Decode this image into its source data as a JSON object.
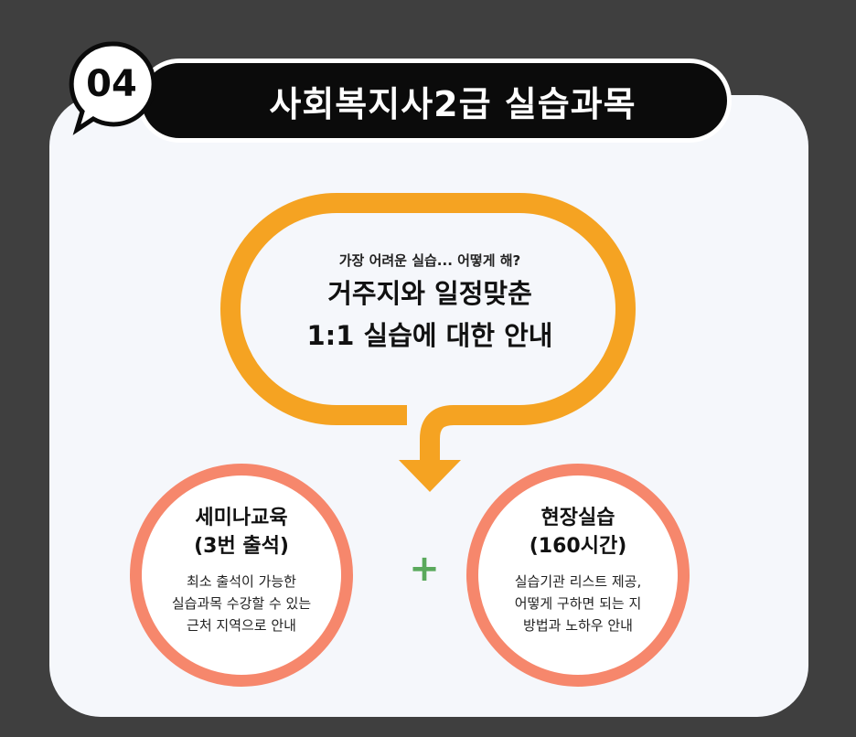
{
  "header": {
    "step_number": "04",
    "title": "사회복지사2급 실습과목"
  },
  "speech_bubble": {
    "question": "가장 어려운 실습... 어떻게 해?",
    "headline_line1": "거주지와 일정맞춘",
    "headline_line2": "1:1 실습에 대한 안내"
  },
  "seminar": {
    "title": "세미나교육",
    "subtitle": "(3번 출석)",
    "desc_line1": "최소 출석이 가능한",
    "desc_line2": "실습과목 수강할 수 있는",
    "desc_line3": "근처 지역으로 안내"
  },
  "field": {
    "title": "현장실습",
    "subtitle": "(160시간)",
    "desc_line1": "실습기관 리스트 제공,",
    "desc_line2": "어떻게 구하면 되는 지",
    "desc_line3": "방법과 노하우 안내"
  },
  "plus_symbol": "+",
  "colors": {
    "background": "#3f3f3f",
    "card": "#f5f7fb",
    "title_bar": "#0b0b0b",
    "bubble_orange": "#f5a322",
    "circle_border": "#f6876c",
    "plus_green": "#5aa95c"
  }
}
